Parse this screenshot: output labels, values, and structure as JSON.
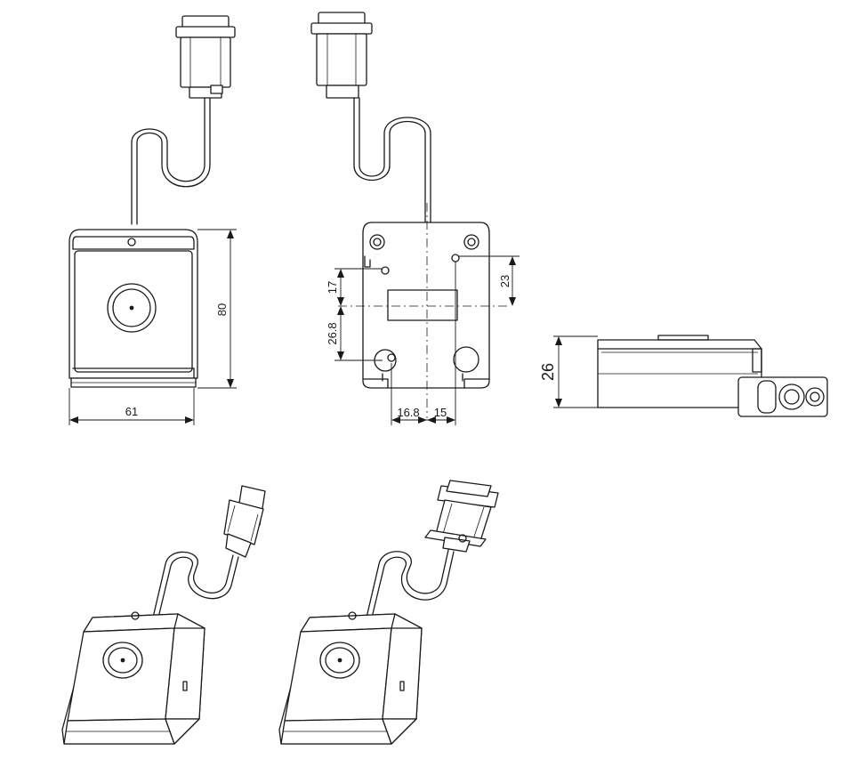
{
  "dimensions": {
    "front_height": "80",
    "front_width": "61",
    "back_top_offset": "17",
    "back_bottom_offset": "26.8",
    "back_right_offset": "23",
    "back_hole_x": "16.8",
    "back_hole_x2": "15",
    "side_height": "26"
  },
  "colors": {
    "line": "#1a1a1a",
    "background": "#ffffff",
    "shade": "#e8e8e8"
  }
}
